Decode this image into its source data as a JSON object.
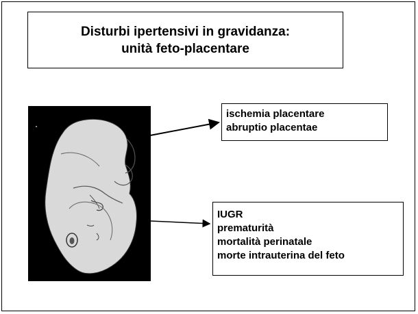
{
  "slide": {
    "title_line1": "Disturbi ipertensivi in gravidanza:",
    "title_line2": "unità feto-placentare"
  },
  "box_placenta": {
    "items": [
      "ischemia placentare",
      "abruptio placentae"
    ]
  },
  "box_fetus": {
    "items": [
      "IUGR",
      "prematurità",
      "mortalità perinatale",
      "morte intrauterina del feto"
    ]
  },
  "colors": {
    "background": "#ffffff",
    "text": "#000000",
    "fetus_fill": "#d9d9d9",
    "image_background": "#000000"
  },
  "icons": {
    "fetus_image": "fetus-illustration",
    "arrow": "arrow-right-icon"
  }
}
